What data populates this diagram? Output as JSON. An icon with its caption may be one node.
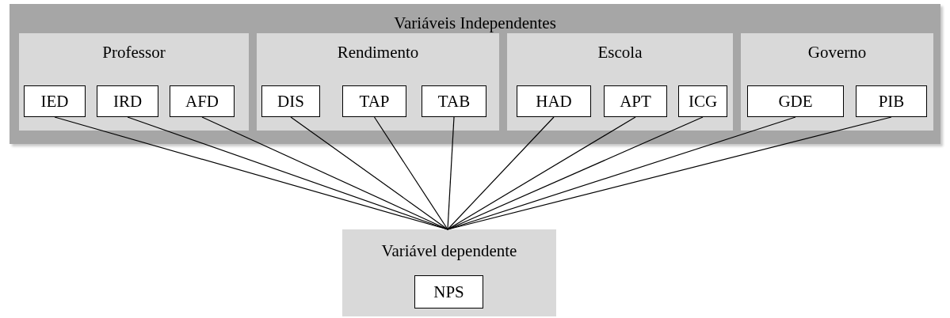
{
  "diagram": {
    "nodes": [
      {
        "text": [
          "Variáveis Independentes"
        ]
      },
      {
        "text": [
          "Professor"
        ],
        "in": 0
      },
      {
        "text": [
          "IED"
        ],
        "in": 1
      },
      {
        "text": [
          "IRD"
        ],
        "in": 1
      },
      {
        "text": [
          "AFD"
        ],
        "in": 1
      },
      {
        "text": [
          "Rendimento"
        ],
        "in": 0
      },
      {
        "text": [
          "DIS"
        ],
        "in": 5
      },
      {
        "text": [
          "TAP"
        ],
        "in": 5
      },
      {
        "text": [
          "TAB"
        ],
        "in": 5
      },
      {
        "text": [
          "Escola"
        ],
        "in": 0
      },
      {
        "text": [
          "HAD"
        ],
        "in": 9
      },
      {
        "text": [
          "APT"
        ],
        "in": 9
      },
      {
        "text": [
          "ICG"
        ],
        "in": 9
      },
      {
        "text": [
          "Governo"
        ],
        "in": 0
      },
      {
        "text": [
          "GDE"
        ],
        "in": 13
      },
      {
        "text": [
          "PIB"
        ],
        "in": 13
      },
      {
        "text": [
          "Variável dependente"
        ]
      },
      {
        "text": [
          "NPS"
        ],
        "in": 16
      }
    ],
    "edges": [
      {
        "from": 2,
        "to": 16,
        "arrow": "none"
      },
      {
        "from": 3,
        "to": 16,
        "arrow": "none"
      },
      {
        "from": 4,
        "to": 16,
        "arrow": "none"
      },
      {
        "from": 6,
        "to": 16,
        "arrow": "none"
      },
      {
        "from": 7,
        "to": 16,
        "arrow": "none"
      },
      {
        "from": 8,
        "to": 16,
        "arrow": "none"
      },
      {
        "from": 10,
        "to": 16,
        "arrow": "none"
      },
      {
        "from": 11,
        "to": 16,
        "arrow": "none"
      },
      {
        "from": 12,
        "to": 16,
        "arrow": "none"
      },
      {
        "from": 14,
        "to": 16,
        "arrow": "none"
      },
      {
        "from": 15,
        "to": 16,
        "arrow": "none"
      }
    ]
  }
}
